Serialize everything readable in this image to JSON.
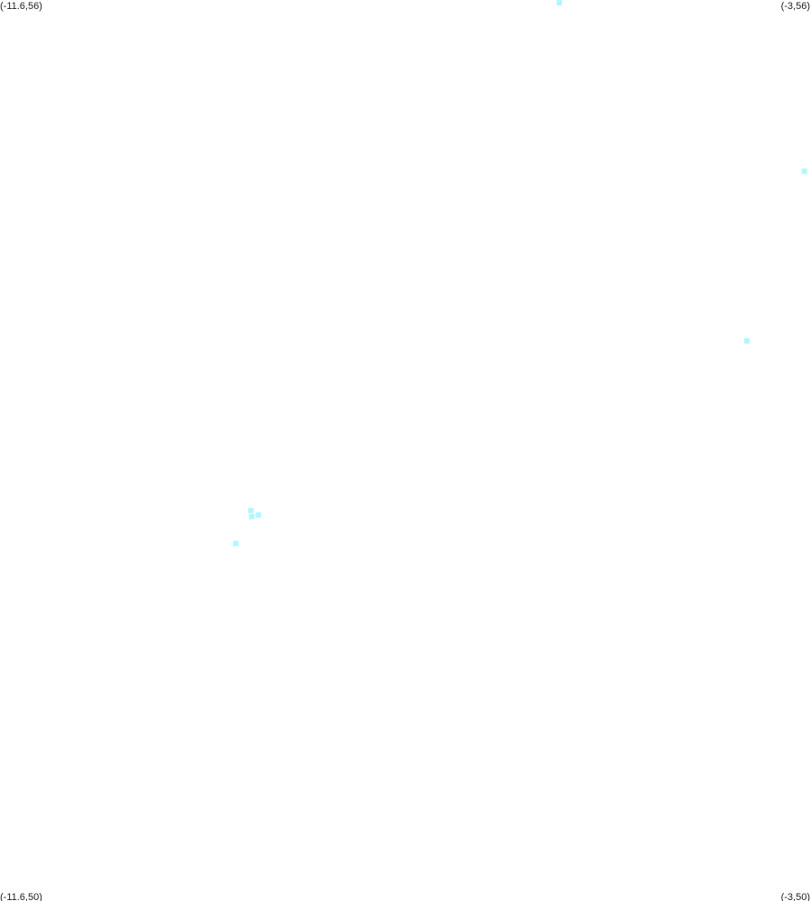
{
  "corners": {
    "top_left": "(-11.6,56)",
    "top_right": "(-3,56)",
    "bottom_left": "(-11.6,50)",
    "bottom_right": "(-3,50)"
  },
  "chart_data": {
    "type": "scatter",
    "title": "",
    "xlabel": "",
    "ylabel": "",
    "xlim": [
      -11.6,
      -3
    ],
    "ylim": [
      50,
      56
    ],
    "grid": false,
    "legend": "none",
    "marker": "square",
    "color": "#b3f7fd",
    "points": [
      {
        "x": -5.67,
        "y": 55.99
      },
      {
        "x": -3.07,
        "y": 54.86
      },
      {
        "x": -3.68,
        "y": 53.73
      },
      {
        "x": -8.94,
        "y": 52.6
      },
      {
        "x": -8.93,
        "y": 52.56
      },
      {
        "x": -8.86,
        "y": 52.57
      },
      {
        "x": -9.1,
        "y": 52.38
      }
    ]
  }
}
